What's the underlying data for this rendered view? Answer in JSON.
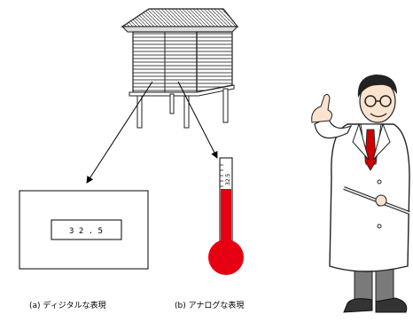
{
  "digital_display": {
    "value": "3 2 . 5"
  },
  "thermometer": {
    "scale_label": "32.5"
  },
  "captions": {
    "digital": "(a)  ディジタルな表現",
    "analog": "(b)  アナログな表現"
  },
  "colors": {
    "mercury": "#e60012",
    "tie": "#cc0000",
    "pants": "#777777"
  }
}
